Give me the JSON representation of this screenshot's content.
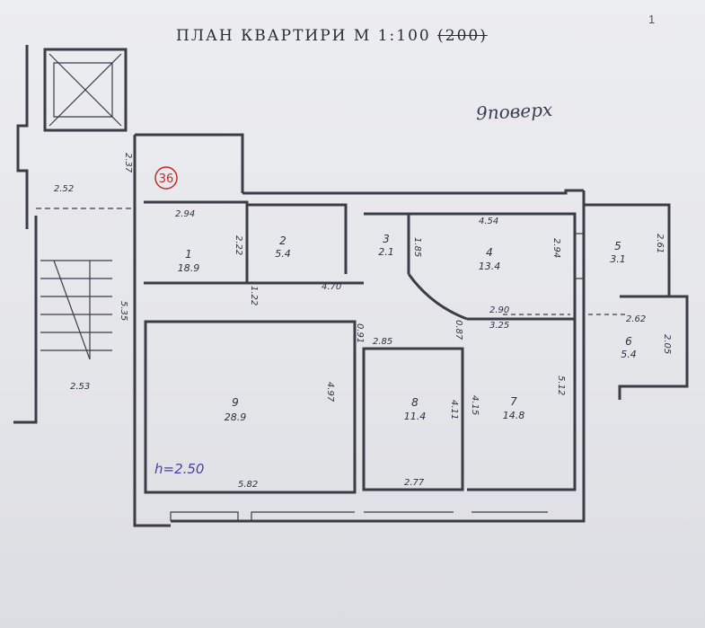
{
  "title": {
    "main": "ПЛАН  КВАРТИРИ  М 1:100",
    "struck": "(200)"
  },
  "floor_note": "9поверх",
  "corner_mark": "1",
  "apartment_number": "36",
  "ceiling_height": "h=2.50",
  "rooms": [
    {
      "number": "1",
      "area": "18.9"
    },
    {
      "number": "2",
      "area": "5.4"
    },
    {
      "number": "3",
      "area": "2.1"
    },
    {
      "number": "4",
      "area": "13.4"
    },
    {
      "number": "5",
      "area": "3.1"
    },
    {
      "number": "6",
      "area": "5.4"
    },
    {
      "number": "7",
      "area": "14.8"
    },
    {
      "number": "8",
      "area": "11.4"
    },
    {
      "number": "9",
      "area": "28.9"
    }
  ],
  "dimensions": {
    "d_2_37": "2.37",
    "d_2_52": "2.52",
    "d_2_94": "2.94",
    "d_2_22": "2.22",
    "d_4_70": "4.70",
    "d_1_85": "1.85",
    "d_4_54": "4.54",
    "d_2_94b": "2.94",
    "d_2_61": "2.61",
    "d_1_22": "1.22",
    "d_5_35": "5.35",
    "d_2_90": "2.90",
    "d_3_25": "3.25",
    "d_2_62": "2.62",
    "d_0_91": "0.91",
    "d_0_87": "0.87",
    "d_2_85": "2.85",
    "d_2_05": "2.05",
    "d_2_53": "2.53",
    "d_4_97": "4.97",
    "d_4_11": "4.11",
    "d_4_15": "4.15",
    "d_5_12": "5.12",
    "d_5_82": "5.82",
    "d_2_77": "2.77"
  },
  "colors": {
    "wall": "#3a3c48",
    "paper": "#e8e9ed",
    "ink_red": "#c02a2a",
    "ink_blue": "#4a3fa8"
  }
}
